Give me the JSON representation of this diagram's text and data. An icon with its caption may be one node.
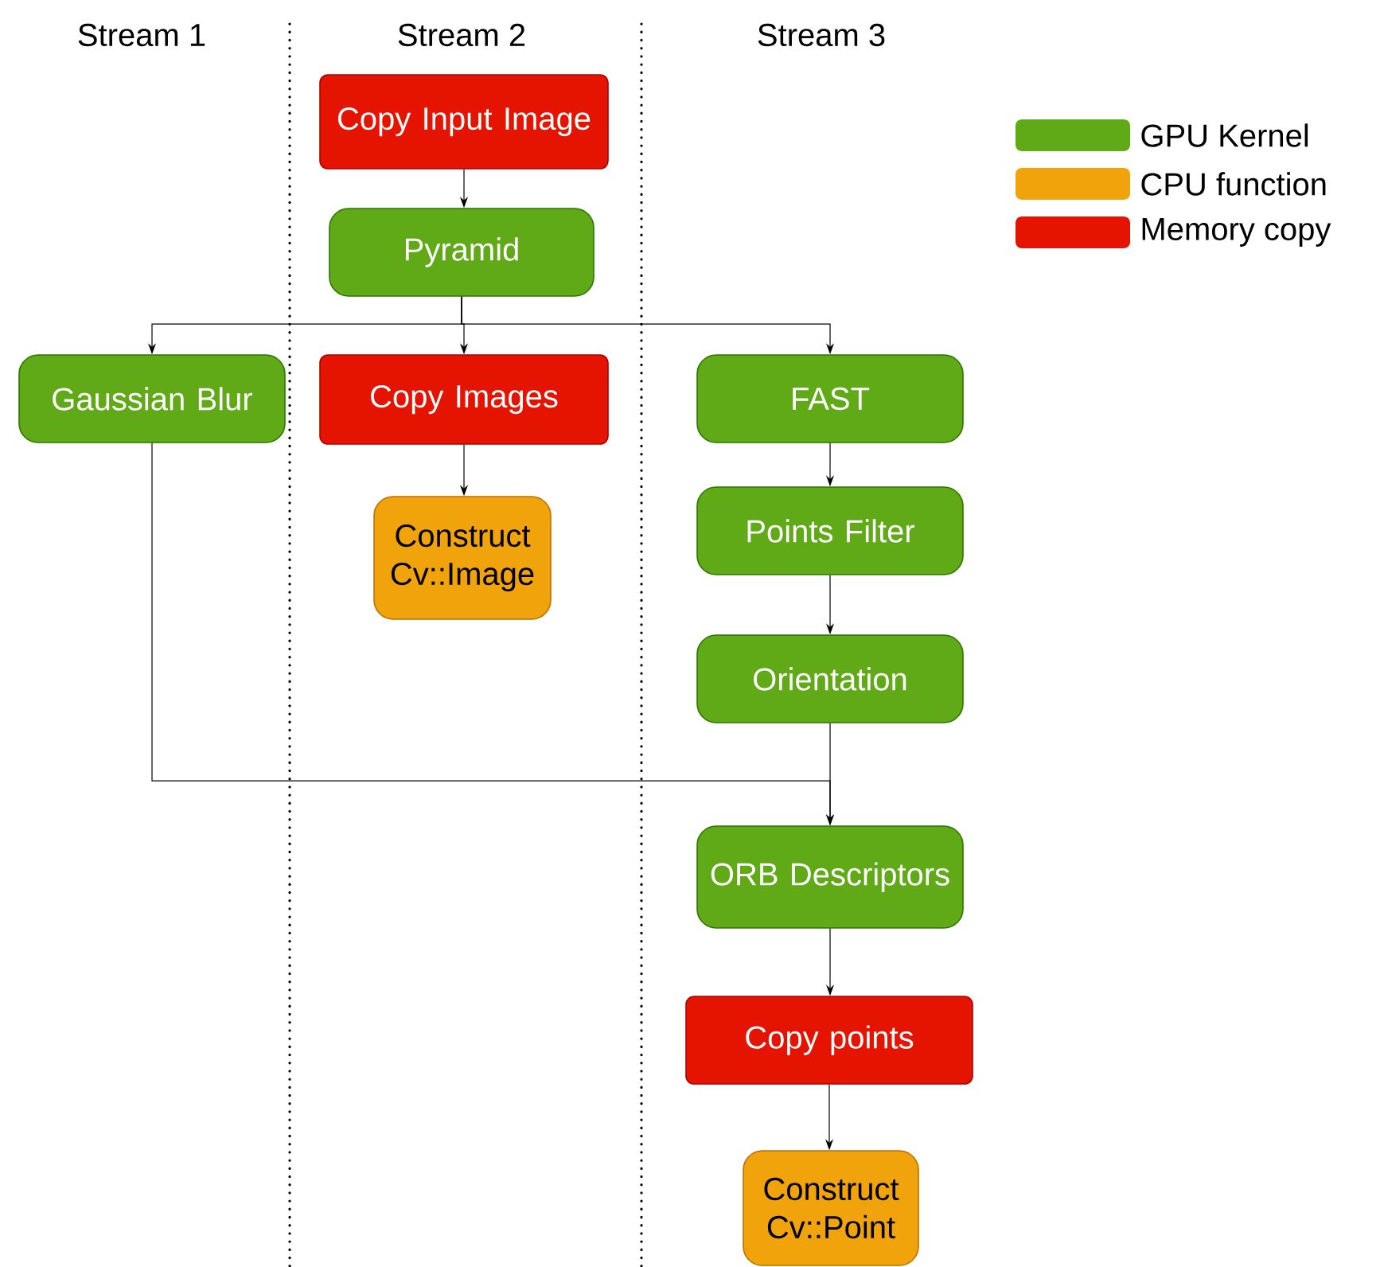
{
  "diagram": {
    "nodes": [
      {
        "text": [
          "Copy Input Image"
        ]
      },
      {
        "text": [
          "Pyramid"
        ]
      },
      {
        "text": [
          "Gaussian Blur"
        ]
      },
      {
        "text": [
          "Copy Images"
        ]
      },
      {
        "text": [
          "Construct Cv::Image"
        ]
      },
      {
        "text": [
          "FAST"
        ]
      },
      {
        "text": [
          "Points Filter"
        ]
      },
      {
        "text": [
          "Orientation"
        ]
      },
      {
        "text": [
          "ORB Descriptors"
        ]
      },
      {
        "text": [
          "Copy points"
        ]
      },
      {
        "text": [
          "Construct Cv::Point"
        ]
      }
    ],
    "edges": [
      {
        "from": 0,
        "to": 1,
        "arrow": "to"
      },
      {
        "from": 1,
        "to": 2,
        "arrow": "to"
      },
      {
        "from": 1,
        "to": 3,
        "arrow": "to"
      },
      {
        "from": 1,
        "to": 5,
        "arrow": "to"
      },
      {
        "from": 3,
        "to": 4,
        "arrow": "to"
      },
      {
        "from": 5,
        "to": 6,
        "arrow": "to"
      },
      {
        "from": 6,
        "to": 7,
        "arrow": "to"
      },
      {
        "from": 7,
        "to": 8,
        "arrow": "to"
      },
      {
        "from": 2,
        "to": 8,
        "arrow": "to"
      },
      {
        "from": 8,
        "to": 9,
        "arrow": "to"
      },
      {
        "from": 9,
        "to": 10,
        "arrow": "to"
      }
    ],
    "labels": [
      "Stream 1",
      "Stream 2",
      "Stream 3"
    ],
    "legend": [
      {
        "text": "GPU Kernel",
        "color": "#60a917"
      },
      {
        "text": "CPU function",
        "color": "#f0a30a"
      },
      {
        "text": "Memory copy",
        "color": "#e51400"
      }
    ]
  }
}
